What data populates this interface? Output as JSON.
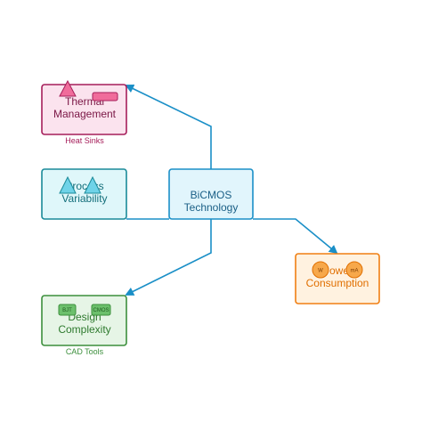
{
  "nodes": {
    "center": {
      "line1": "BiCMOS",
      "line2": "Technology",
      "stroke": "#1a8fc7",
      "fill": "#e1f5fc",
      "text": "#1a5f86"
    },
    "thermal": {
      "line1": "Thermal",
      "line2": "Management",
      "sub": "Heat Sinks",
      "stroke": "#a61e5a",
      "fill": "#fbe3ee",
      "text": "#7a1645"
    },
    "process": {
      "line1": "Process",
      "line2": "Variability",
      "stroke": "#1a8a99",
      "fill": "#dff7fa",
      "text": "#146f7b"
    },
    "design": {
      "line1": "Design",
      "line2": "Complexity",
      "sub": "CAD Tools",
      "stroke": "#3c8f3c",
      "fill": "#e6f5e6",
      "text": "#2e7a2e"
    },
    "power": {
      "line1": "Power",
      "line2": "Consumption",
      "stroke": "#f07f13",
      "fill": "#fff2e0",
      "text": "#e06f00"
    }
  },
  "chips": {
    "bjt": "BJT",
    "cmos": "CMOS",
    "watt": "W",
    "milliamp": "mA"
  },
  "colors": {
    "arrow": "#1a8fc7",
    "triangle_pink": "#f06c9b",
    "triangle_cyan": "#6fd3e8",
    "chip_green": "#6cc06c",
    "coin_orange": "#f7a84a"
  }
}
